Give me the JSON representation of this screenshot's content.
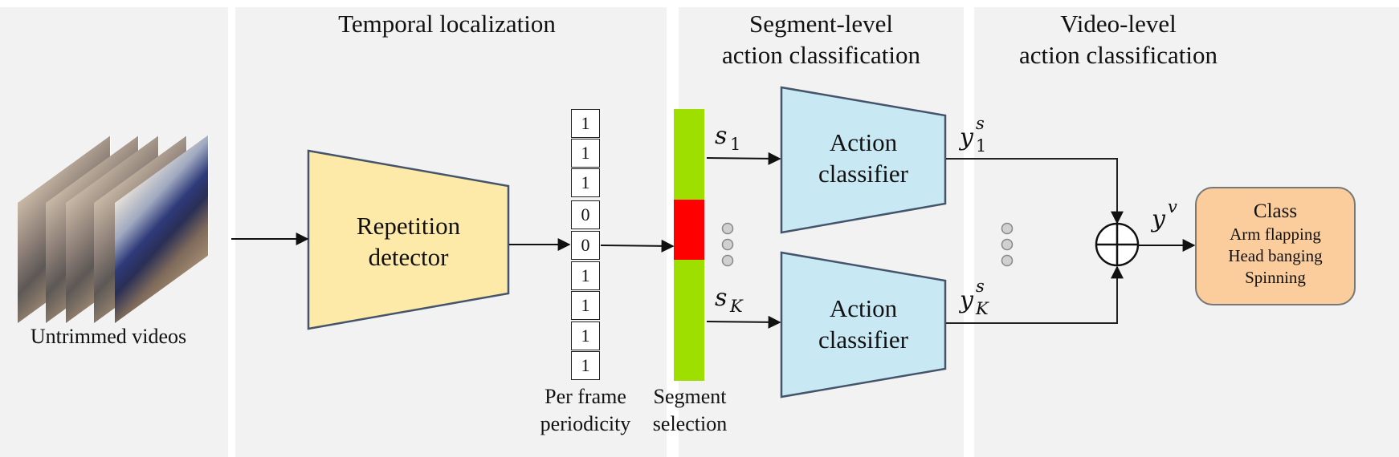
{
  "panels": {
    "input": {
      "label": "Untrimmed videos"
    },
    "temporal": {
      "title": "Temporal localization"
    },
    "segment": {
      "title_line1": "Segment-level",
      "title_line2": "action classification"
    },
    "video": {
      "title_line1": "Video-level",
      "title_line2": "action classification"
    }
  },
  "repetition_detector": {
    "line1": "Repetition",
    "line2": "detector"
  },
  "periodicity": {
    "cells": [
      "1",
      "1",
      "1",
      "0",
      "0",
      "1",
      "1",
      "1",
      "1"
    ],
    "label_line1": "Per frame",
    "label_line2": "periodicity"
  },
  "segment_selection": {
    "label_line1": "Segment",
    "label_line2": "selection"
  },
  "classifiers": [
    {
      "line1": "Action",
      "line2": "classifier",
      "input": "s",
      "input_sub": "1",
      "output": "y",
      "output_sup": "s",
      "output_sub": "1"
    },
    {
      "line1": "Action",
      "line2": "classifier",
      "input": "s",
      "input_sub": "K",
      "output": "y",
      "output_sup": "s",
      "output_sub": "K"
    }
  ],
  "fusion": {
    "output": "y",
    "output_sup": "v"
  },
  "class_box": {
    "title": "Class",
    "items": [
      "Arm flapping",
      "Head banging",
      "Spinning"
    ]
  },
  "colors": {
    "panel_bg": "#f2f2f2",
    "detector_fill": "#fdeaa8",
    "classifier_fill": "#c8e8f3",
    "shape_stroke": "#44546a",
    "segment_selected": "#9fdf00",
    "segment_rejected": "#ff0000",
    "class_fill": "#fbcd9c"
  }
}
